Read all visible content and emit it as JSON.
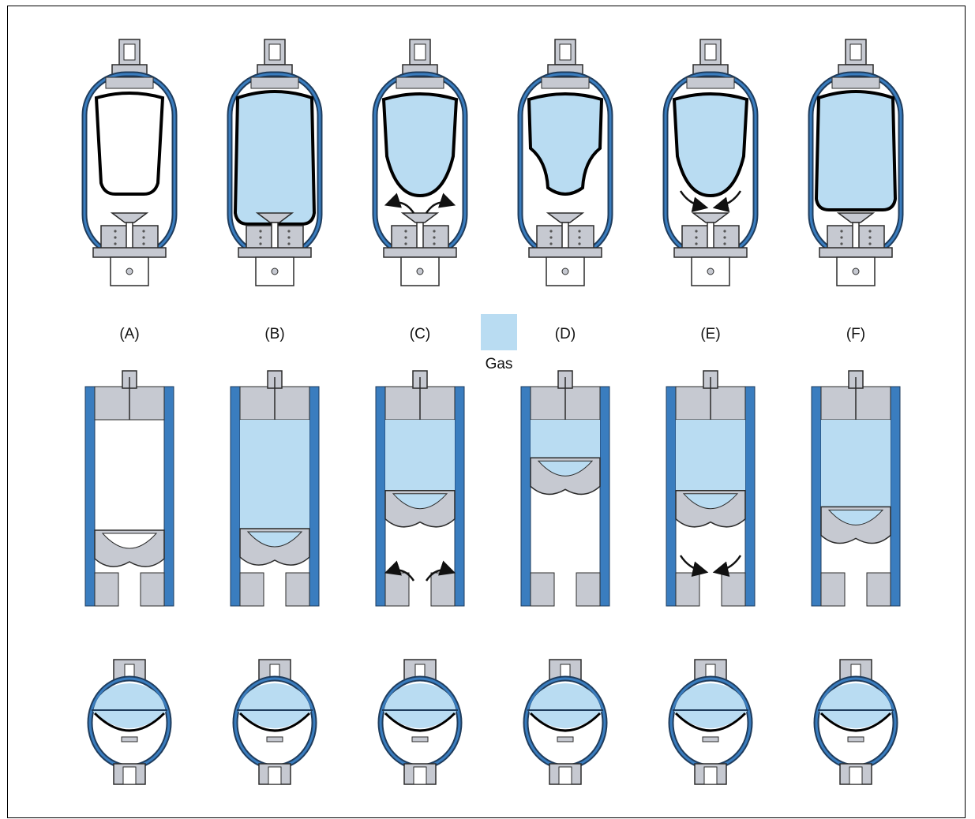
{
  "stages": [
    {
      "label": "(A)",
      "bladder_state": "precharge-empty",
      "piston_gas_fraction": 0.0,
      "flow": "none"
    },
    {
      "label": "(B)",
      "bladder_state": "full-gas",
      "piston_gas_fraction": 1.0,
      "flow": "none"
    },
    {
      "label": "(C)",
      "bladder_state": "compressed",
      "piston_gas_fraction": 0.65,
      "flow": "in"
    },
    {
      "label": "(D)",
      "bladder_state": "max-compressed",
      "piston_gas_fraction": 0.35,
      "flow": "none"
    },
    {
      "label": "(E)",
      "bladder_state": "expanding",
      "piston_gas_fraction": 0.65,
      "flow": "out"
    },
    {
      "label": "(F)",
      "bladder_state": "precharge-gas",
      "piston_gas_fraction": 0.8,
      "flow": "none"
    }
  ],
  "legend": {
    "label": "Gas",
    "color": "#b9dcf2"
  },
  "colors": {
    "gas": "#b9dcf2",
    "shell": "#3a7dbf",
    "shell_dark": "#1f3c5c",
    "metal": "#c6c9d1",
    "outline": "#2b2b2b",
    "arrow": "#111111"
  },
  "icons": [
    "bladder-accumulator-icon",
    "piston-accumulator-icon",
    "diaphragm-accumulator-icon",
    "flow-arrow-icon"
  ]
}
